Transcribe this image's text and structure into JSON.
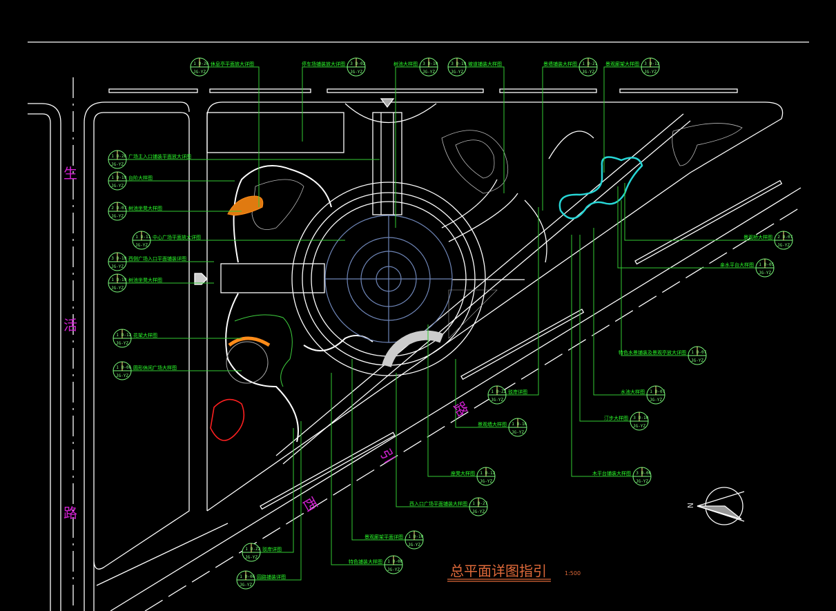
{
  "drawing": {
    "title": "总平面详图指引",
    "scale": "1:500",
    "north_label": "N",
    "roads": [
      {
        "name": "road-left",
        "chars": [
          "生",
          "活",
          "路"
        ]
      },
      {
        "name": "road-diagonal",
        "chars": [
          "西",
          "引",
          "路"
        ]
      }
    ]
  },
  "colors": {
    "background": "#000000",
    "linework": "#ffffff",
    "leader": "#33cc33",
    "label": "#2bff2b",
    "plaza": "#6f86b8",
    "pond": "#27d6d6",
    "road_text": "#d020d0",
    "title": "#e06a3a",
    "accent_red": "#ff2020",
    "accent_orange": "#ff8c1a"
  },
  "callouts": [
    {
      "id": "c1",
      "num": "1",
      "sheet": "D-26",
      "code": "JG-YZ",
      "label": "休息亭平面放大详图"
    },
    {
      "id": "c2",
      "num": "3",
      "sheet": "D-02",
      "code": "JG-YZ",
      "label": "停车场铺装放大详图"
    },
    {
      "id": "c3",
      "num": "3",
      "sheet": "D-10",
      "code": "JG-YZ",
      "label": "树池大样图"
    },
    {
      "id": "c4",
      "num": "3",
      "sheet": "D-19",
      "code": "JG-YZ",
      "label": "坡道铺装大样图"
    },
    {
      "id": "c5",
      "num": "1",
      "sheet": "D-21",
      "code": "JG-YZ",
      "label": "景墙铺装大样图"
    },
    {
      "id": "c6",
      "num": "3",
      "sheet": "D-12",
      "code": "JG-YZ",
      "label": "景观廊架大样图"
    },
    {
      "id": "c7",
      "num": "1",
      "sheet": "D-26",
      "code": "JG-YZ",
      "label": "广场主入口铺装平面放大详图"
    },
    {
      "id": "c8",
      "num": "1",
      "sheet": "D-19",
      "code": "JG-YZ",
      "label": "台阶大样图"
    },
    {
      "id": "c9",
      "num": "2",
      "sheet": "D-07",
      "code": "JG-YZ",
      "label": "树池坐凳大样图"
    },
    {
      "id": "c10",
      "num": "1",
      "sheet": "D-11",
      "code": "JG-YZ",
      "label": "中心广场平面放大详图"
    },
    {
      "id": "c11",
      "num": "3",
      "sheet": "D-19",
      "code": "JG-YZ",
      "label": "西侧广场入口平面铺装详图"
    },
    {
      "id": "c12",
      "num": "1",
      "sheet": "D-19",
      "code": "JG-YZ",
      "label": "树池坐凳大样图"
    },
    {
      "id": "c13",
      "num": "1",
      "sheet": "D-12",
      "code": "JG-YZ",
      "label": "花架大样图"
    },
    {
      "id": "c14",
      "num": "1",
      "sheet": "D-06",
      "code": "JG-YZ",
      "label": "圆形休闲广场大样图"
    },
    {
      "id": "c15",
      "num": "2",
      "sheet": "D-07",
      "code": "JG-YZ",
      "label": "景观桥大样图"
    },
    {
      "id": "c16",
      "num": "1",
      "sheet": "D-05",
      "code": "JG-YZ",
      "label": "亲水平台大样图"
    },
    {
      "id": "c17",
      "num": "1",
      "sheet": "D-07",
      "code": "JG-YZ",
      "label": "特色水景铺装及景观亭放大详图"
    },
    {
      "id": "c18",
      "num": "1",
      "sheet": "D-Z2",
      "code": "JG-YZ",
      "label": "驳岸详图"
    },
    {
      "id": "c19",
      "num": "1",
      "sheet": "D-07",
      "code": "JG-YZ",
      "label": "水池大样图"
    },
    {
      "id": "c20",
      "num": "1",
      "sheet": "D-16",
      "code": "JG-YZ",
      "label": "景观墙大样图"
    },
    {
      "id": "c21",
      "num": "3",
      "sheet": "D-10",
      "code": "JG-YZ",
      "label": "汀步大样图"
    },
    {
      "id": "c22",
      "num": "1",
      "sheet": "D-12",
      "code": "JG-YZ",
      "label": "座凳大样图"
    },
    {
      "id": "c23",
      "num": "3",
      "sheet": "D-06",
      "code": "JG-YZ",
      "label": "木平台铺装大样图"
    },
    {
      "id": "c24",
      "num": "1",
      "sheet": "D-27",
      "code": "JG-YZ",
      "label": "西入口广场平面铺装大样图"
    },
    {
      "id": "c25",
      "num": "1",
      "sheet": "D-10",
      "code": "JG-YZ",
      "label": "景观廊架平面详图"
    },
    {
      "id": "c26",
      "num": "1",
      "sheet": "D-Z2",
      "code": "JG-YZ",
      "label": "驳岸详图"
    },
    {
      "id": "c27",
      "num": "1",
      "sheet": "D-08",
      "code": "JG-YZ",
      "label": "特色铺装大样图"
    },
    {
      "id": "c28",
      "num": "1",
      "sheet": "D-06",
      "code": "JG-YZ",
      "label": "园路铺装详图"
    }
  ]
}
